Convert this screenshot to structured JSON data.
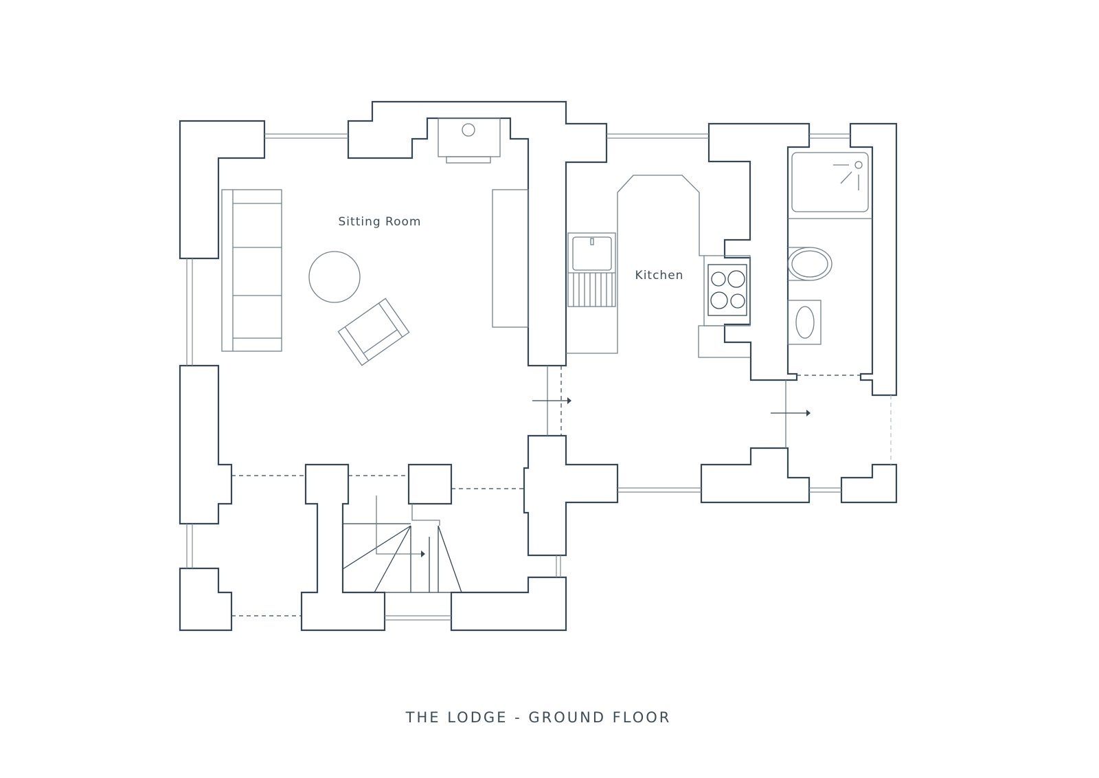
{
  "plan": {
    "title": "THE LODGE - GROUND FLOOR",
    "rooms": {
      "sitting_room": "Sitting Room",
      "kitchen": "Kitchen"
    }
  },
  "colors": {
    "wall": "#344756",
    "fixture": "#6f7f8b",
    "background": "#ffffff"
  }
}
